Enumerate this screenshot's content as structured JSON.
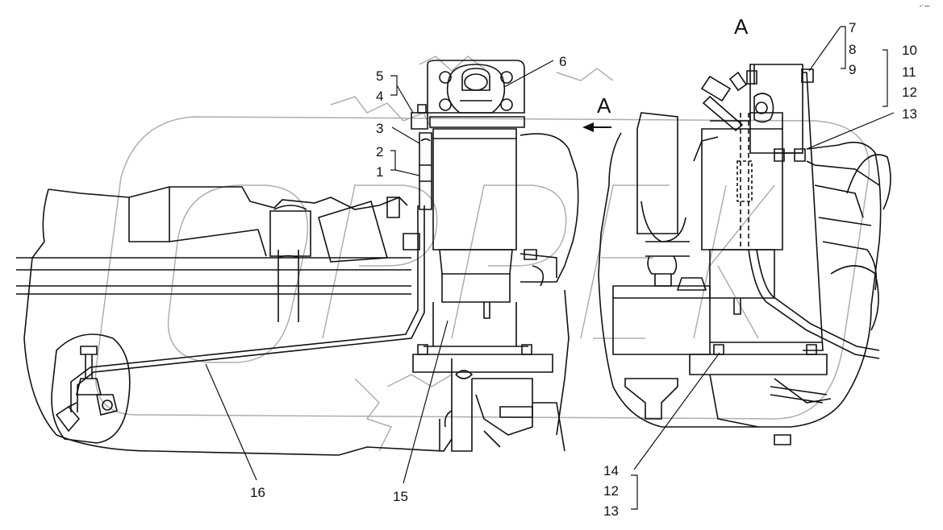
{
  "view_label_top": "A",
  "view_arrow_label": "A",
  "corner_mark": "•° •••",
  "callouts": {
    "c1": "1",
    "c2": "2",
    "c3": "3",
    "c4": "4",
    "c5": "5",
    "c6": "6",
    "c7": "7",
    "c8": "8",
    "c9": "9",
    "c10": "10",
    "c11": "11",
    "c12a": "12",
    "c13a": "13",
    "c14": "14",
    "c12b": "12",
    "c13b": "13",
    "c15": "15",
    "c16": "16"
  },
  "colors": {
    "line": "#111111",
    "watermark": "#9a9a9a",
    "background": "#ffffff"
  }
}
